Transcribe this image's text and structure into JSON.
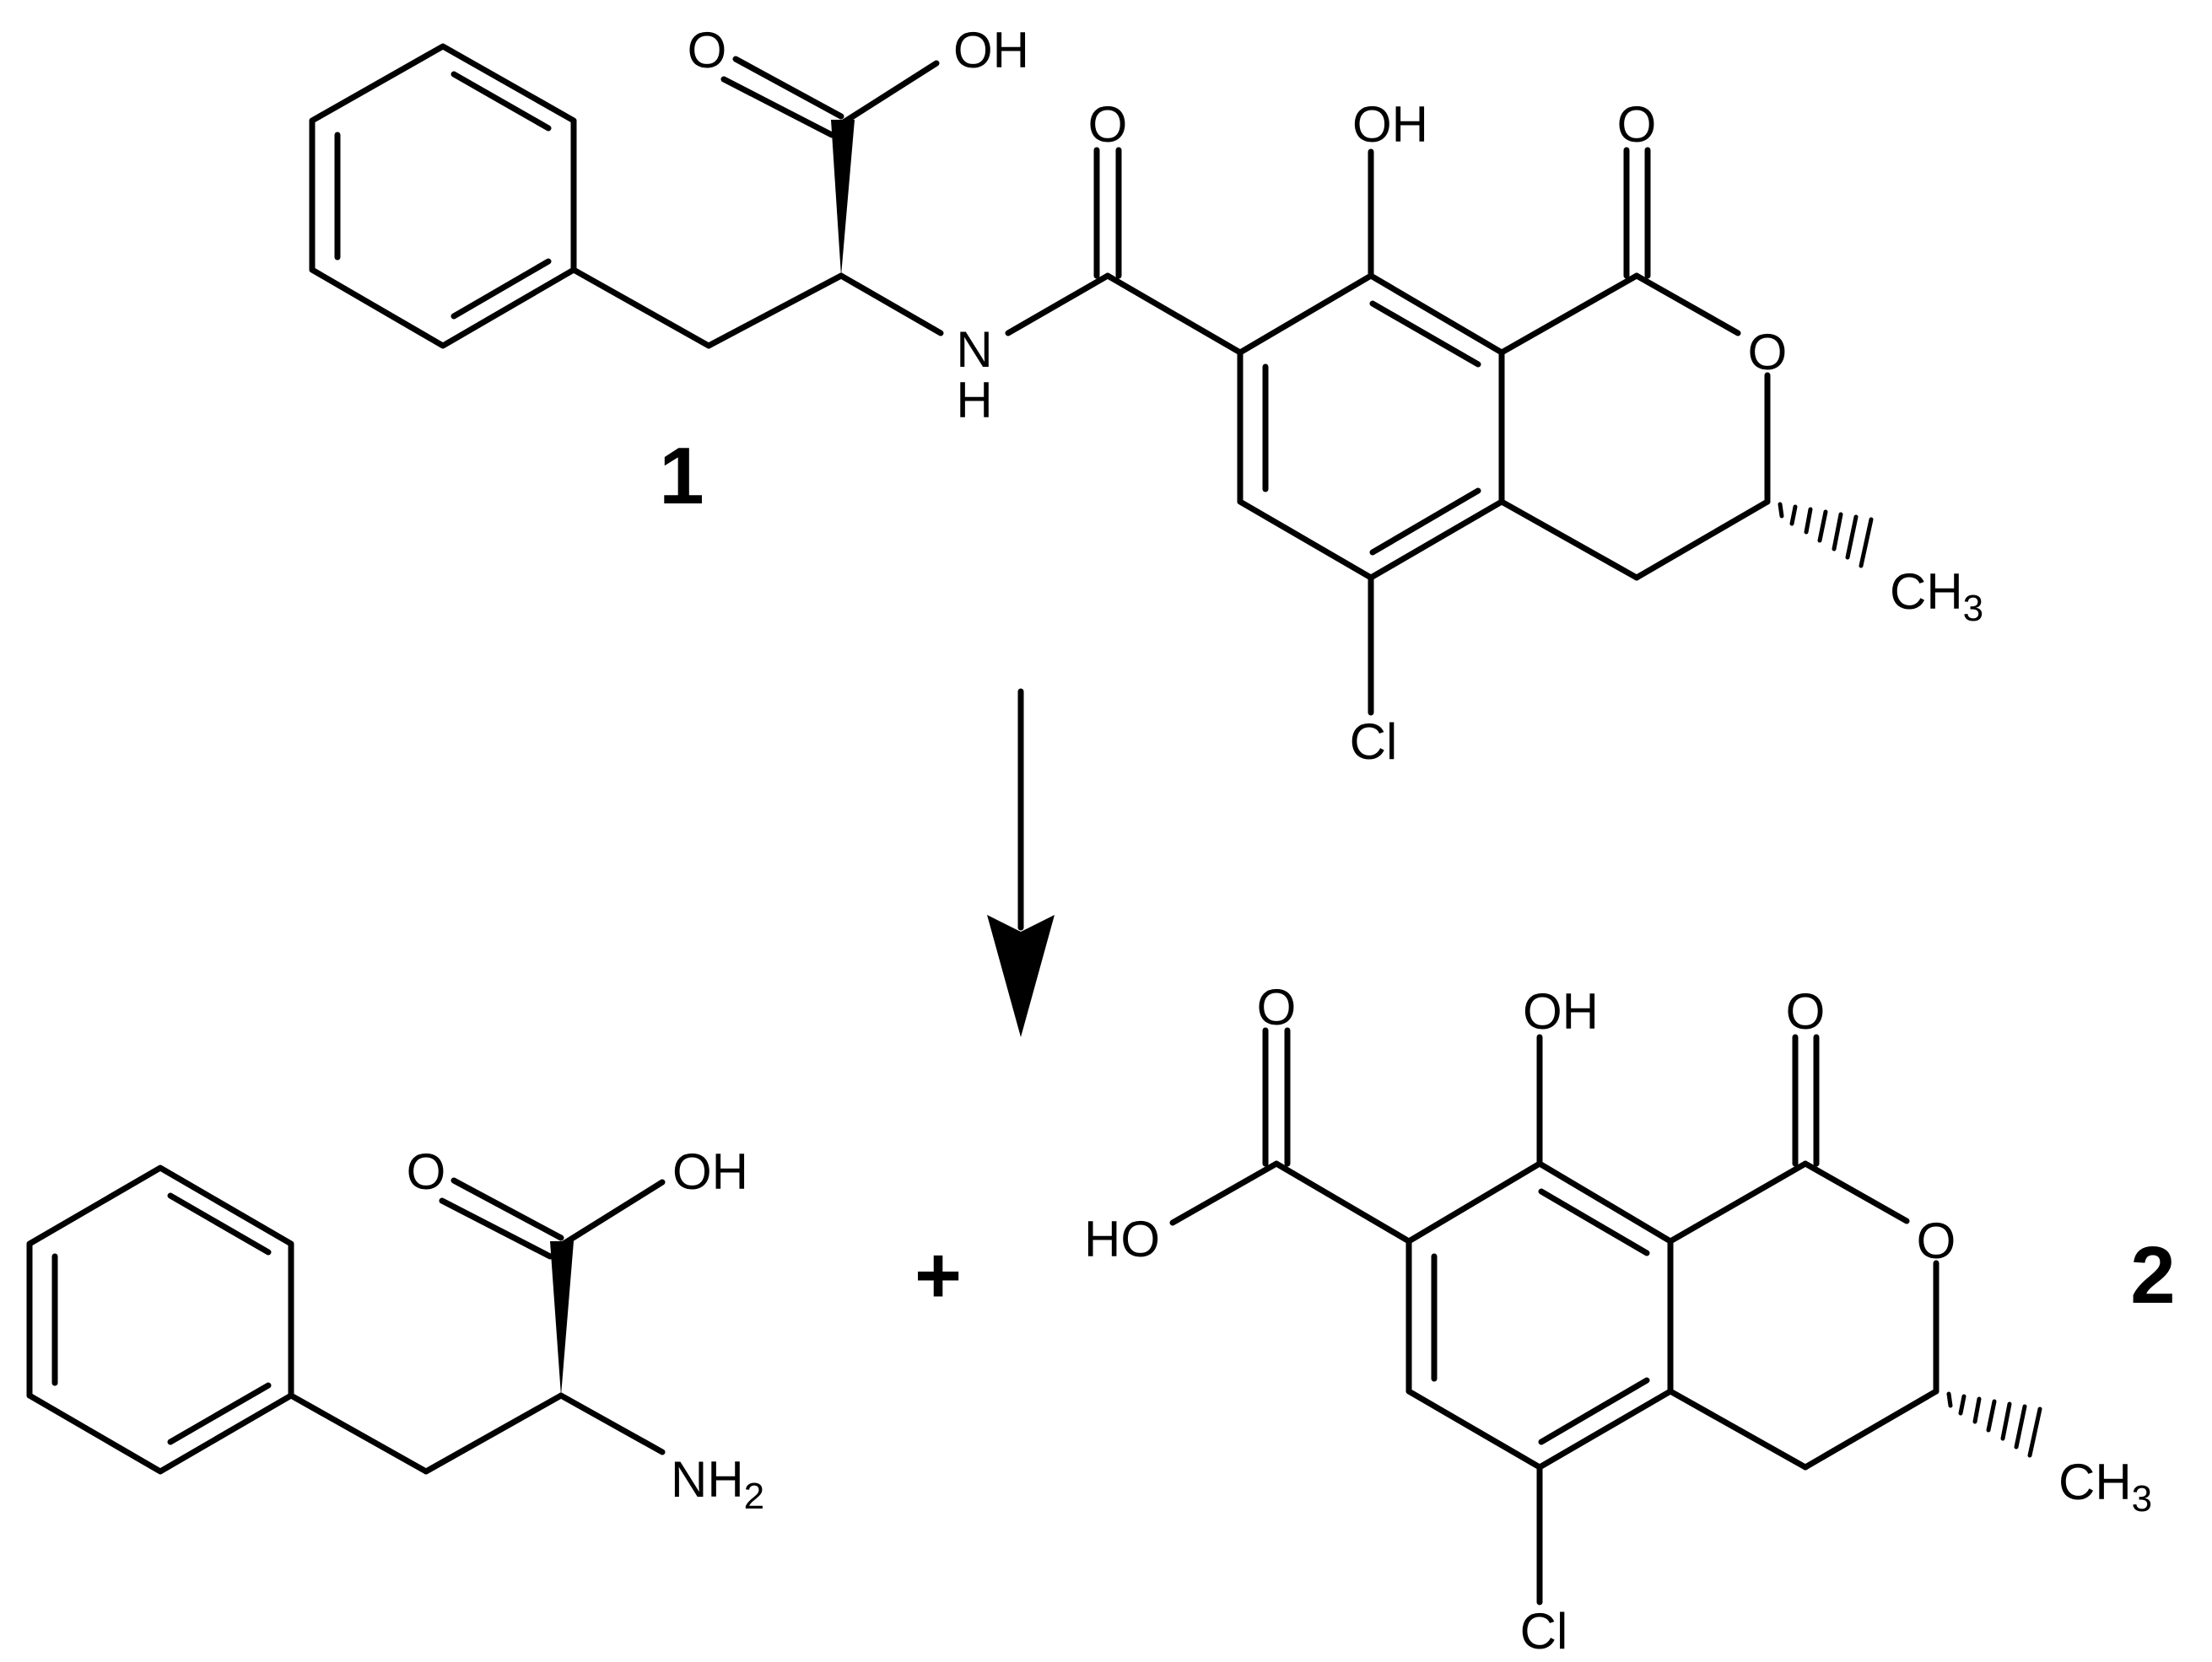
{
  "scheme": {
    "reactant": {
      "label": "1",
      "atoms": {
        "carbonyl_o": "O",
        "acid_oh": "OH",
        "amide_o": "O",
        "phenol_oh": "OH",
        "lactone_carbonyl_o": "O",
        "ring_o": "O",
        "amide_n": "N",
        "amide_h": "H",
        "methyl_ch": "CH",
        "methyl_sub": "3",
        "chlorine": "Cl"
      }
    },
    "plus_sign": "+",
    "product_phe": {
      "atoms": {
        "carbonyl_o": "O",
        "acid_oh": "OH",
        "amine_nh": "NH",
        "amine_sub": "2"
      }
    },
    "product_ota": {
      "label": "2",
      "atoms": {
        "acid_o": "O",
        "acid_ho": "HO",
        "phenol_oh": "OH",
        "lactone_carbonyl_o": "O",
        "ring_o": "O",
        "methyl_ch": "CH",
        "methyl_sub": "3",
        "chlorine": "Cl"
      }
    }
  }
}
